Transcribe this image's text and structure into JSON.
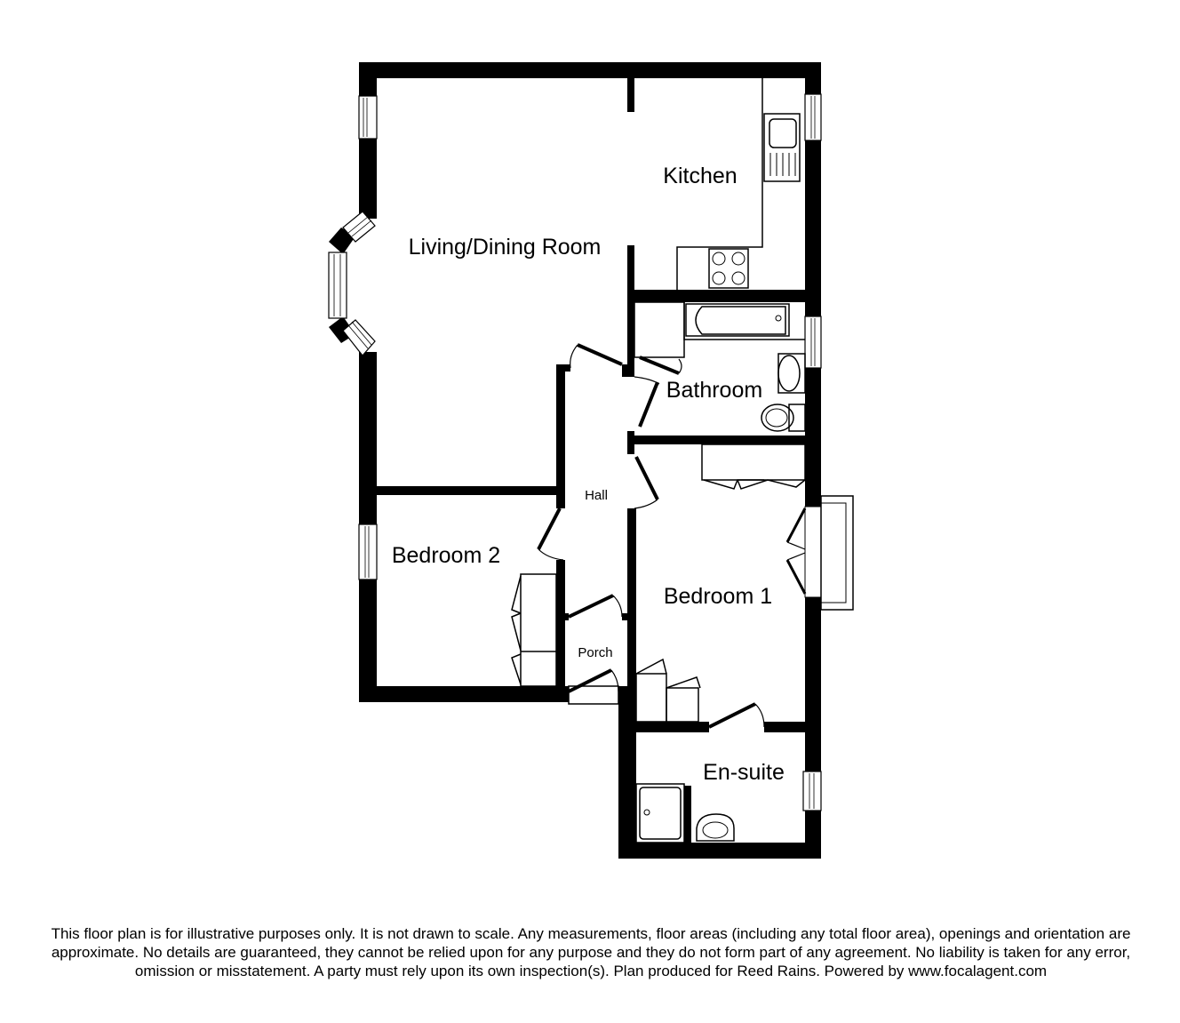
{
  "floorplan": {
    "rooms": [
      {
        "id": "living",
        "label": "Living/Dining Room"
      },
      {
        "id": "kitchen",
        "label": "Kitchen"
      },
      {
        "id": "bathroom",
        "label": "Bathroom"
      },
      {
        "id": "hall",
        "label": "Hall"
      },
      {
        "id": "bedroom2",
        "label": "Bedroom 2"
      },
      {
        "id": "bedroom1",
        "label": "Bedroom 1"
      },
      {
        "id": "porch",
        "label": "Porch"
      },
      {
        "id": "ensuite",
        "label": "En-suite"
      }
    ],
    "colors": {
      "wall": "#000000",
      "background": "#ffffff"
    }
  },
  "disclaimer": {
    "text": "This floor plan is for illustrative purposes only. It is not drawn to scale. Any measurements, floor areas (including any total floor area), openings and orientation are approximate. No details are guaranteed, they cannot be relied upon for any purpose and they do not form part of any agreement. No liability is taken for any error, omission or misstatement. A party must rely upon its own inspection(s). Plan produced for Reed Rains. Powered by www.focalagent.com"
  }
}
